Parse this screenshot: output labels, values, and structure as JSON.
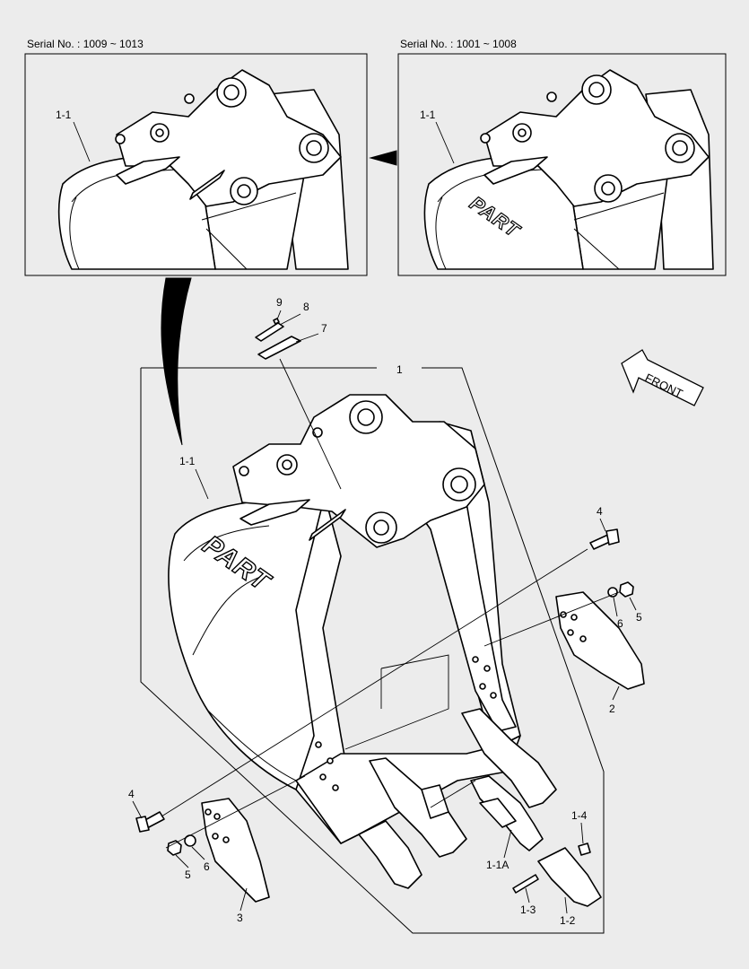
{
  "inset_left": {
    "serial_label": "Serial No. : 1009 ~ 1013",
    "callout": "1-1"
  },
  "inset_right": {
    "serial_label": "Serial No. : 1001 ~ 1008",
    "callout": "1-1",
    "emboss": "PART"
  },
  "front_arrow": {
    "label": "FRONT"
  },
  "main": {
    "emboss": "PART",
    "callouts": {
      "c1": "1",
      "c1_1": "1-1",
      "c1_1a": "1-1A",
      "c1_2": "1-2",
      "c1_3": "1-3",
      "c1_4": "1-4",
      "c2": "2",
      "c3": "3",
      "c4_top": "4",
      "c4_bottom": "4",
      "c5_top": "5",
      "c5_bottom": "5",
      "c6_top": "6",
      "c6_bottom": "6",
      "c7": "7",
      "c8": "8",
      "c9": "9"
    }
  }
}
